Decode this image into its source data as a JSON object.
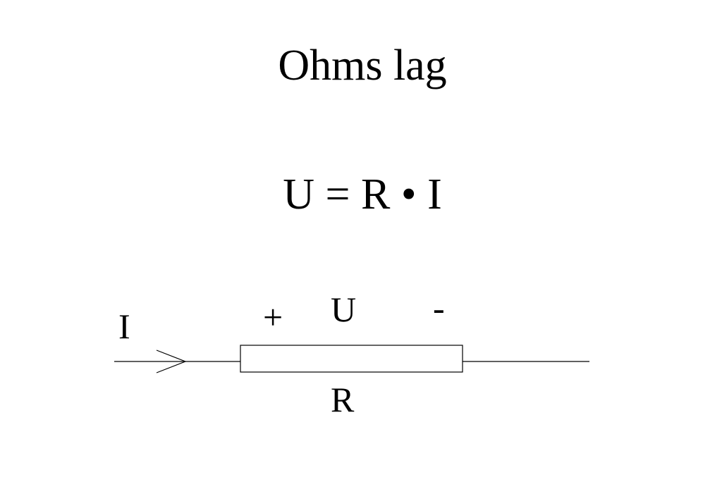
{
  "slide": {
    "title": "Ohms lag",
    "formula": "U = R • I"
  },
  "circuit": {
    "current_label": "I",
    "plus_label": "+",
    "voltage_label": "U",
    "minus_label": "-",
    "resistor_label": "R"
  }
}
